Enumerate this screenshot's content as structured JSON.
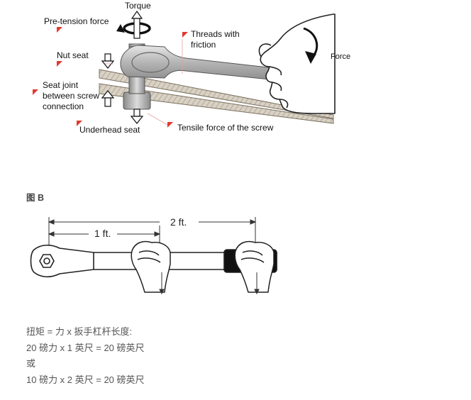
{
  "figure_a": {
    "labels": {
      "torque": "Torque",
      "pretension": "Pre-tension force",
      "threads_1": "Threads with",
      "threads_2": "friction",
      "force": "Force",
      "nut_seat": "Nut seat",
      "seat_joint_1": "Seat joint",
      "seat_joint_2": "between screw",
      "seat_joint_3": "connection",
      "underhead": "Underhead seat",
      "tensile": "Tensile force of the screw"
    },
    "colors": {
      "marker": "#e23a2f",
      "metal": "#b8b8b8",
      "plate": "#c9c2b6"
    }
  },
  "figure_b": {
    "title": "图 B",
    "dim_2ft": "2 ft.",
    "dim_1ft": "1 ft."
  },
  "formula": {
    "line1": "扭矩 = 力 x 扳手杠杆长度:",
    "line2": "20 磅力 x 1 英尺 = 20 磅英尺",
    "line3": "或",
    "line4": "10 磅力 x 2 英尺 = 20 磅英尺"
  }
}
